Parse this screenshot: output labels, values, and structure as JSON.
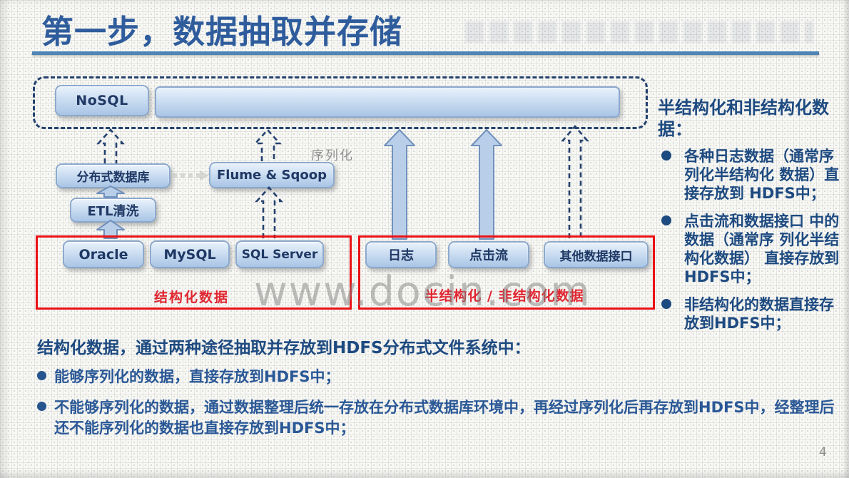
{
  "slide": {
    "title": "第一步，数据抽取并存储",
    "page_number": "4",
    "watermark": "www.docin.com"
  },
  "diagram": {
    "storage_row": {
      "nosql_label": "NoSQL"
    },
    "processing": {
      "distributed_db_label": "分布式数据库",
      "etl_label": "ETL清洗",
      "flume_sqoop_label": "Flume & Sqoop",
      "serialization_label": "序列化"
    },
    "structured_group": {
      "sources": [
        "Oracle",
        "MySQL",
        "SQL Server"
      ],
      "caption": "结构化数据"
    },
    "semi_structured_group": {
      "sources": [
        "日志",
        "点击流",
        "其他数据接口"
      ],
      "caption": "半结构化 / 非结构化数据"
    }
  },
  "right_panel": {
    "heading": "半结构化和非结构化数据：",
    "bullets": [
      "各种日志数据（通常序列化半结构化 数据）直接存放到 HDFS中；",
      "点击流和数据接口 中的数据（通常序 列化半结构化数据） 直接存放到HDFS中；",
      "非结构化的数据直接存放到HDFS中；"
    ]
  },
  "bottom_panel": {
    "heading": "结构化数据，通过两种途径抽取并存放到HDFS分布式文件系统中：",
    "bullets": [
      "能够序列化的数据，直接存放到HDFS中；",
      "不能够序列化的数据，通过数据整理后统一存放在分布式数据库环境中，再经过序列化后再存放到HDFS中，经整理后还不能序列化的数据也直接存放到HDFS中；"
    ]
  },
  "colors": {
    "title_blue": "#2e5c9c",
    "box_text_navy": "#1f3864",
    "box_border": "#8ca9cd",
    "dashed_navy": "#24426e",
    "red_accent": "#ea1114",
    "body_navy": "#1d4a80",
    "watermark_gray": "#9a9a9a"
  }
}
